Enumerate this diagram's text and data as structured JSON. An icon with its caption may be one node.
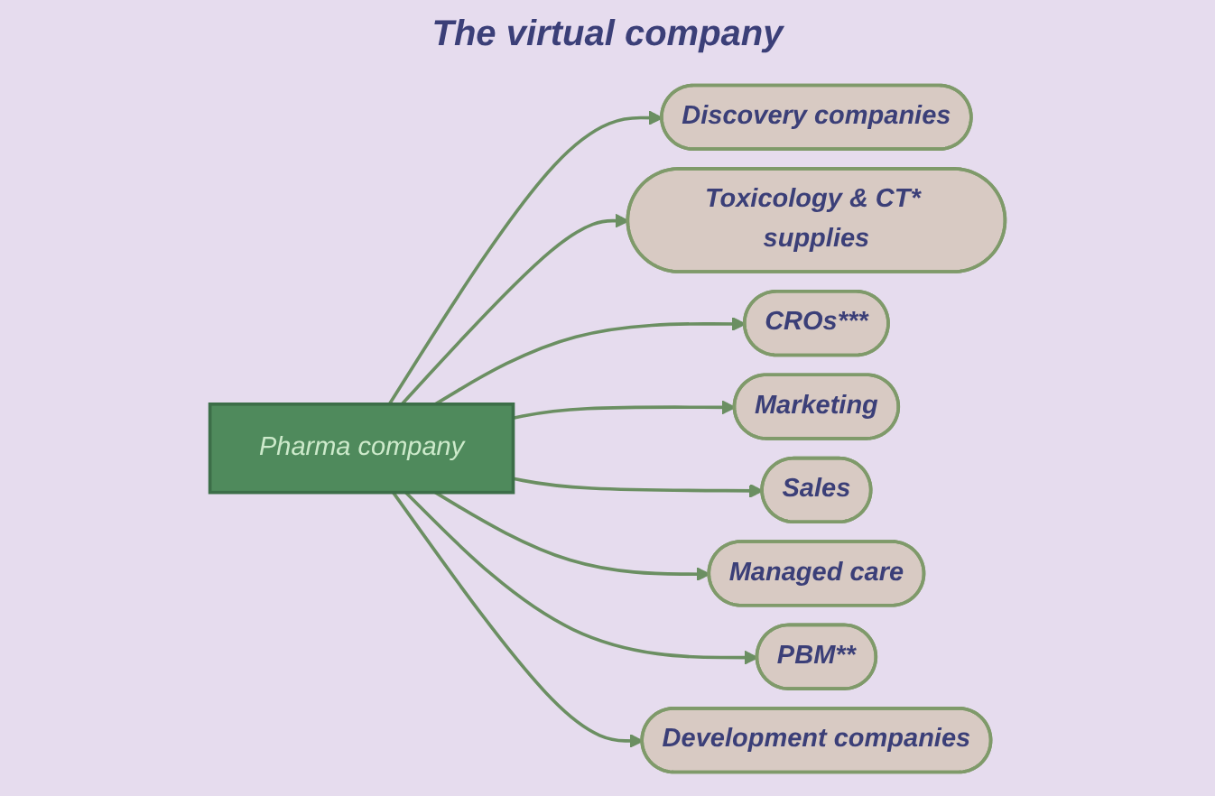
{
  "diagram": {
    "title": "The virtual company",
    "nodes": [
      {
        "text": [
          "Discovery companies"
        ]
      },
      {
        "text": [
          "Toxicology & CT* supplies"
        ]
      },
      {
        "text": [
          "CROs***"
        ]
      },
      {
        "text": [
          "Marketing"
        ]
      },
      {
        "text": [
          "Pharma company"
        ]
      },
      {
        "text": [
          "Sales"
        ]
      },
      {
        "text": [
          "Managed care"
        ]
      },
      {
        "text": [
          "PBM**"
        ]
      },
      {
        "text": [
          "Development companies"
        ]
      }
    ],
    "edges": [
      {
        "from": 4,
        "to": 0,
        "arrow": "to"
      },
      {
        "from": 4,
        "to": 1,
        "arrow": "to"
      },
      {
        "from": 4,
        "to": 2,
        "arrow": "to"
      },
      {
        "from": 4,
        "to": 3,
        "arrow": "to"
      },
      {
        "from": 4,
        "to": 5,
        "arrow": "to"
      },
      {
        "from": 4,
        "to": 6,
        "arrow": "to"
      },
      {
        "from": 4,
        "to": 7,
        "arrow": "to"
      },
      {
        "from": 4,
        "to": 8,
        "arrow": "to"
      }
    ]
  }
}
